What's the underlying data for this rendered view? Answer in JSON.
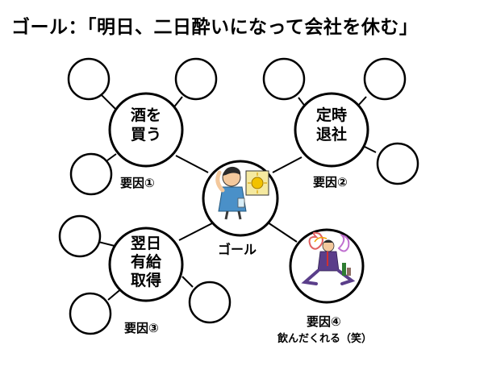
{
  "title": "ゴール：「明日、二日酔いになって会社を休む」",
  "center": {
    "label": "ゴール",
    "illustration": "hungover-person-icon"
  },
  "factors": [
    {
      "lines": [
        "酒を",
        "買う"
      ],
      "label": "要因①"
    },
    {
      "lines": [
        "定時",
        "退社"
      ],
      "label": "要因②"
    },
    {
      "lines": [
        "翌日",
        "有給",
        "取得"
      ],
      "label": "要因③"
    },
    {
      "label": "要因④",
      "sublabel": "飲んだくれる（笑）",
      "illustration": "drunk-businessman-icon"
    }
  ],
  "colors": {
    "stroke": "#000000",
    "background": "#ffffff"
  }
}
